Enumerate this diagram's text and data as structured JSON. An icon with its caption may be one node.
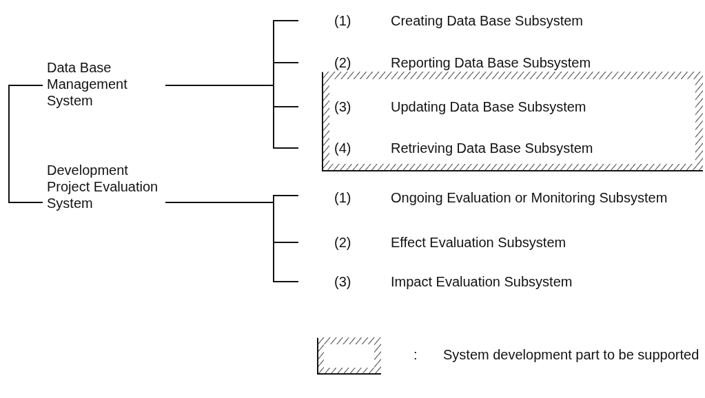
{
  "diagram": {
    "nodes": [
      {
        "text": [
          "Data Base Management System"
        ]
      },
      {
        "text": [
          "(1)",
          "Creating Data Base Subsystem"
        ]
      },
      {
        "text": [
          "(2)",
          "Reporting Data Base Subsystem"
        ]
      },
      {
        "text": [],
        "shape": "box"
      },
      {
        "text": [
          "(3)",
          "Updating Data Base Subsystem"
        ],
        "in": 3
      },
      {
        "text": [
          "(4)",
          "Retrieving Data Base Subsystem"
        ],
        "in": 3
      },
      {
        "text": [
          "Development Project Evaluation System"
        ]
      },
      {
        "text": [
          "(1)",
          "Ongoing Evaluation or Monitoring Subsystem"
        ]
      },
      {
        "text": [
          "(2)",
          "Effect Evaluation Subsystem"
        ]
      },
      {
        "text": [
          "(3)",
          "Impact Evaluation Subsystem"
        ]
      }
    ],
    "edges": [
      {
        "from": 0,
        "to": 6,
        "arrow": "none"
      },
      {
        "from": 0,
        "to": 1,
        "arrow": "none"
      },
      {
        "from": 0,
        "to": 2,
        "arrow": "none"
      },
      {
        "from": 0,
        "to": 4,
        "arrow": "none"
      },
      {
        "from": 0,
        "to": 5,
        "arrow": "none"
      },
      {
        "from": 6,
        "to": 7,
        "arrow": "none"
      },
      {
        "from": 6,
        "to": 8,
        "arrow": "none"
      },
      {
        "from": 6,
        "to": 9,
        "arrow": "none"
      }
    ],
    "labels": [
      ":"
    ],
    "legend": [
      {
        "text": "System development part to be supported"
      }
    ]
  }
}
